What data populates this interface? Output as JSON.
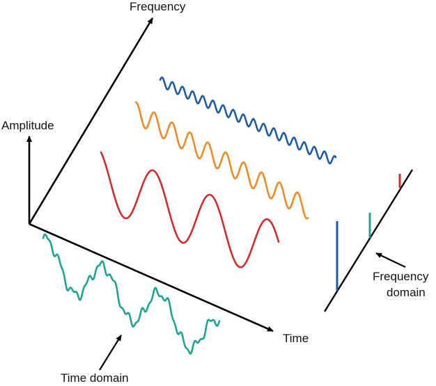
{
  "labels": {
    "frequency": "Frequency",
    "amplitude": "Amplitude",
    "time": "Time",
    "time_domain": "Time domain",
    "frequency_domain_line1": "Frequency",
    "frequency_domain_line2": "domain"
  },
  "colors": {
    "axis": "#000000",
    "high_frequency_wave": "#1f5aa6",
    "mid_frequency_wave": "#f08a24",
    "low_frequency_wave": "#d62a2a",
    "composite_wave": "#1fa392"
  }
}
